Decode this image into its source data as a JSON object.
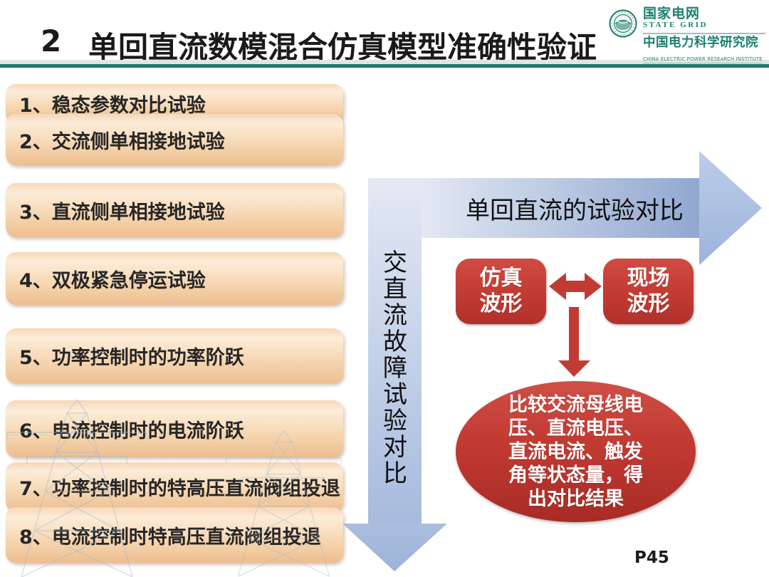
{
  "slide": {
    "section_number": "2",
    "title": "单回直流数模混合仿真模型准确性验证",
    "page_number": "P45"
  },
  "logo": {
    "brand_cn": "国家电网",
    "brand_en": "STATE GRID",
    "institute_cn": "中国电力科学研究院",
    "institute_en": "CHINA ELECTRIC POWER RESEARCH INSTITUTE"
  },
  "tests": [
    {
      "label": "1、稳态参数对比试验"
    },
    {
      "label": "2、交流侧单相接地试验"
    },
    {
      "label": "3、直流侧单相接地试验"
    },
    {
      "label": "4、双极紧急停运试验"
    },
    {
      "label": "5、功率控制时的功率阶跃"
    },
    {
      "label": "6、电流控制时的电流阶跃"
    },
    {
      "label": "7、功率控制时的特高压直流阀组投退"
    },
    {
      "label": "8、电流控制时特高压直流阀组投退"
    }
  ],
  "flow": {
    "vertical_arrow_label": "交直流故障试验对比",
    "horizontal_arrow_label": "单回直流的试验对比",
    "simulation_box": {
      "line1": "仿真",
      "line2": "波形"
    },
    "field_box": {
      "line1": "现场",
      "line2": "波形"
    },
    "conclusion_lines": [
      "比较交流母线电",
      "压、直流电压、",
      "直流电流、触发",
      "角等状态量，得",
      "出对比结果"
    ]
  },
  "colors": {
    "teal": "#1e7a6c",
    "logo-green": "#1d7f70",
    "arrow-blue": "#8da5cf",
    "arrow-blue-light": "#e7ecf6",
    "red": "#c23b33",
    "peach": "#f3cda6",
    "text-dark": "#1a1a1a"
  }
}
